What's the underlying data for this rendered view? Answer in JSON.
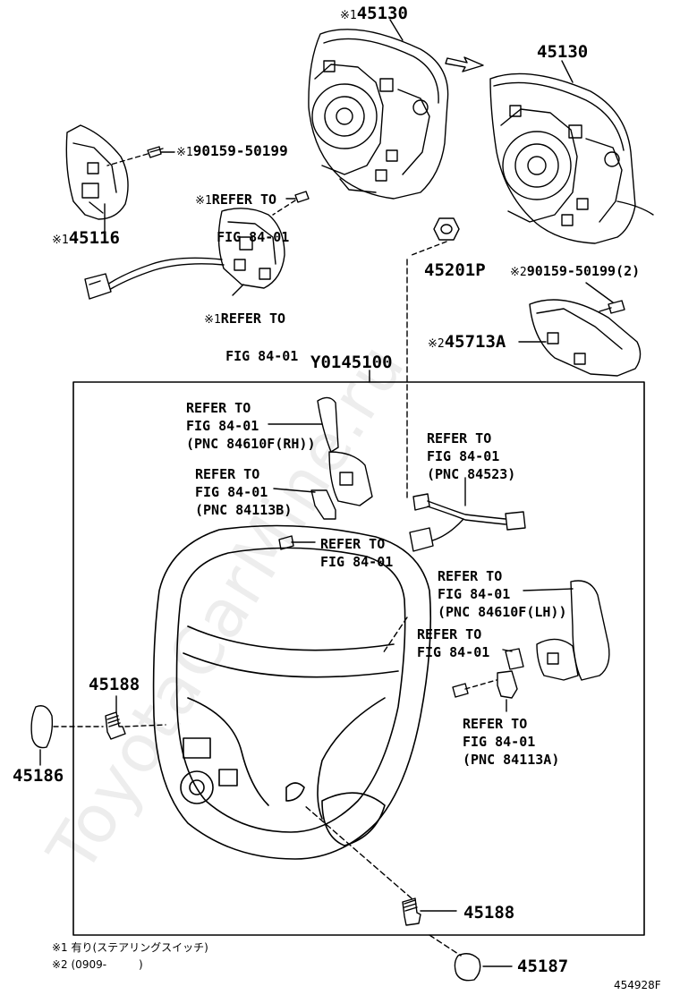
{
  "parts": {
    "p45130_left_mark": "※1",
    "p45130_left": "45130",
    "p45130_right": "45130",
    "p90159_mark": "※1",
    "p90159": "90159-50199",
    "p45116_mark": "※1",
    "p45116": "45116",
    "p45201p": "45201P",
    "p90159_2_mark": "※2",
    "p90159_2": "90159-50199(2)",
    "p45713a_mark": "※2",
    "p45713a": "45713A",
    "y0145100": "Y0145100",
    "p45188_top": "45188",
    "p45186": "45186",
    "p45188_bottom": "45188",
    "p45187": "45187",
    "fig_code": "454928F"
  },
  "refs": {
    "r1_mark": "※1",
    "r1_line1": "REFER TO",
    "r1_line2": "FIG 84-01",
    "r2_mark": "※1",
    "r2_line1": "REFER TO",
    "r2_line2": "FIG 84-01",
    "r3": "REFER TO\nFIG 84-01\n(PNC 84610F(RH))",
    "r4": "REFER TO\nFIG 84-01\n(PNC 84523)",
    "r5": "REFER TO\nFIG 84-01\n(PNC 84113B)",
    "r6": "REFER TO\nFIG 84-01",
    "r7": "REFER TO\nFIG 84-01\n(PNC 84610F(LH))",
    "r8": "REFER TO\nFIG 84-01",
    "r9": "REFER TO\nFIG 84-01\n(PNC 84113A)"
  },
  "notes": {
    "n1": "※1 有り(ステアリングスイッチ)",
    "n2": "※2 (0909-　　　)"
  },
  "watermark": "ToyotaCarMine.ru"
}
